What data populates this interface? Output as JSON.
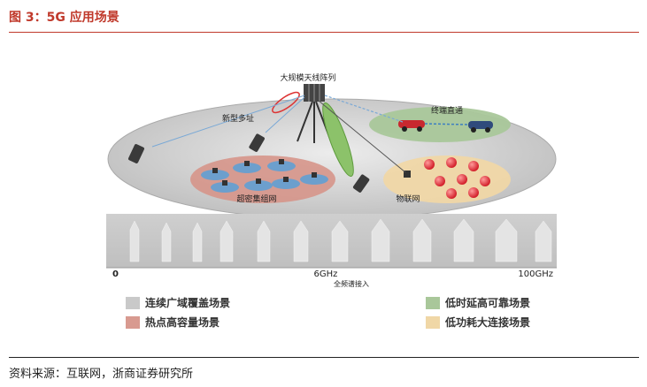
{
  "figure": {
    "title": "图 3：5G 应用场景"
  },
  "diagram": {
    "antenna_label": "大规模天线阵列",
    "new_multi_address_label": "新型多址",
    "d2d_label": "终端直通",
    "ultra_dense_label": "超密集组网",
    "iot_label": "物联网",
    "spectrum": {
      "start": "0",
      "mid": "6GHz",
      "end": "100GHz",
      "caption": "全频谱接入"
    }
  },
  "legend": {
    "items": [
      {
        "label": "连续广域覆盖场景",
        "color": "#c9c9c9"
      },
      {
        "label": "热点高容量场景",
        "color": "#d89a90"
      },
      {
        "label": "低时延高可靠场景",
        "color": "#a9c79a"
      },
      {
        "label": "低功耗大连接场景",
        "color": "#f0d7a6"
      }
    ]
  },
  "source": {
    "text": "资料来源：互联网，浙商证券研究所"
  }
}
